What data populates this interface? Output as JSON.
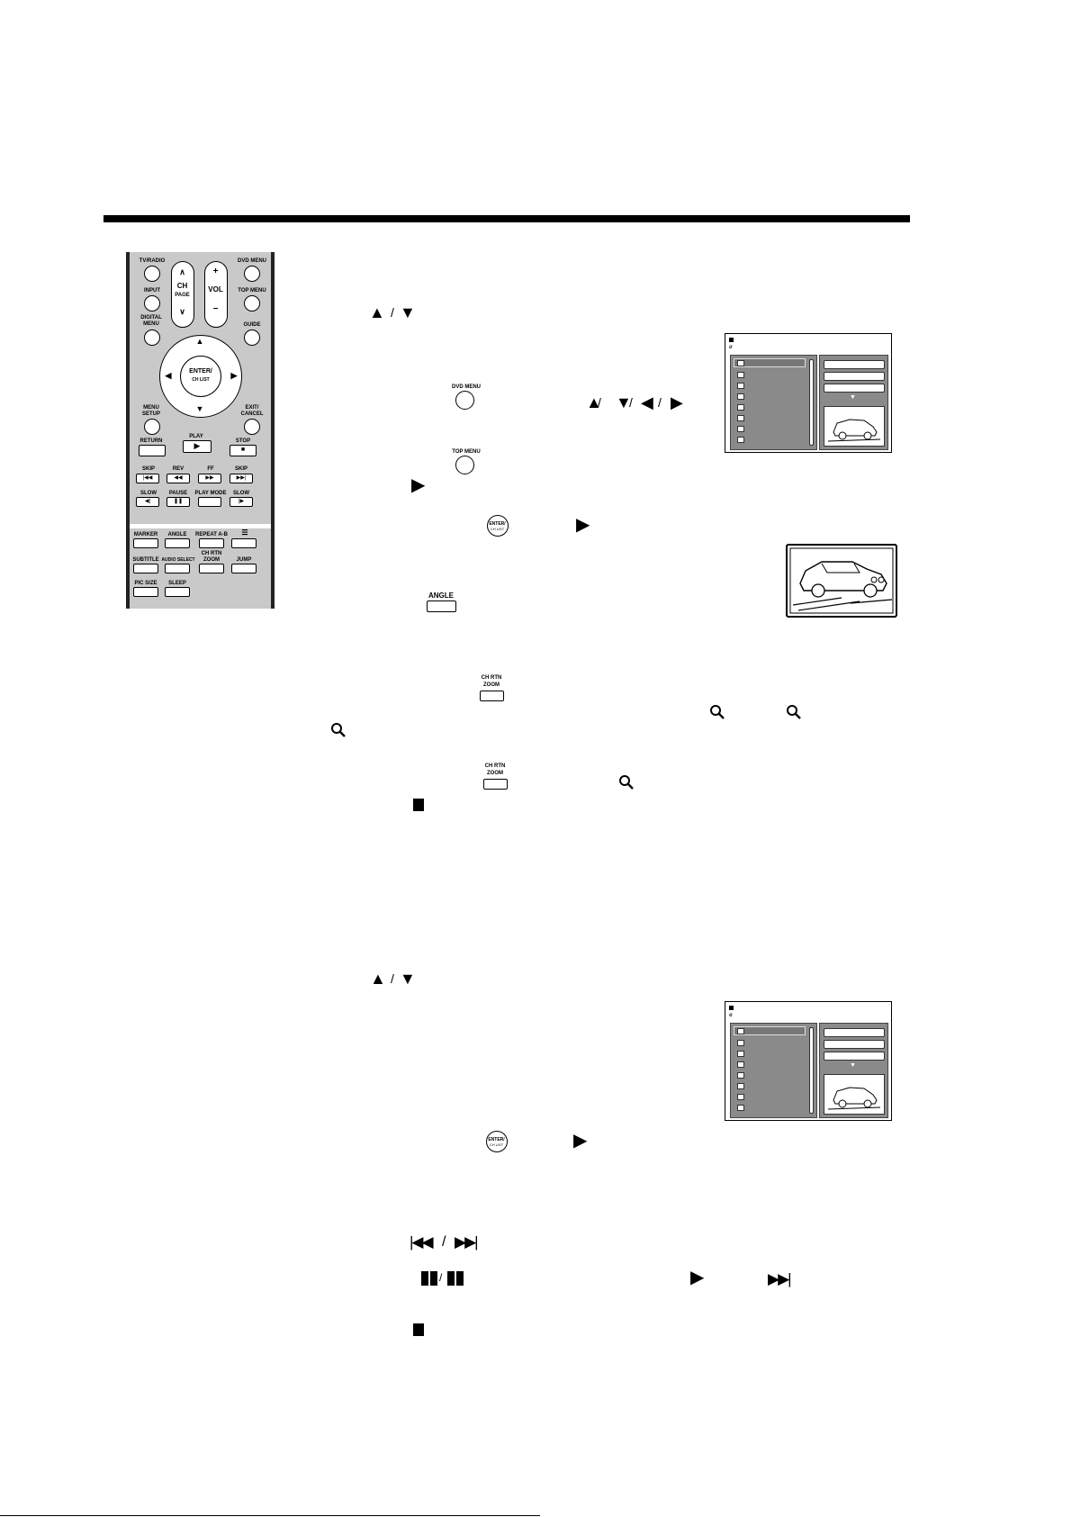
{
  "remote": {
    "tv_radio": "TV/RADIO",
    "dvd_menu": "DVD MENU",
    "input": "INPUT",
    "top_menu": "TOP MENU",
    "ch": "CH",
    "page": "PAGE",
    "vol": "VOL",
    "digital_menu_1": "DIGITAL",
    "digital_menu_2": "MENU",
    "guide": "GUIDE",
    "enter_1": "ENTER/",
    "enter_2": "CH LIST",
    "menu_setup_1": "MENU",
    "menu_setup_2": "SETUP",
    "exit_cancel_1": "EXIT/",
    "exit_cancel_2": "CANCEL",
    "return": "RETURN",
    "play": "PLAY",
    "stop": "STOP",
    "skip": "SKIP",
    "rev": "REV",
    "ff": "FF",
    "slow": "SLOW",
    "pause": "PAUSE",
    "play_mode": "PLAY MODE",
    "marker": "MARKER",
    "angle": "ANGLE",
    "repeat_ab": "REPEAT A-B",
    "subtitle": "SUBTITLE",
    "audio_select": "AUDIO SELECT",
    "ch_rtn": "CH RTN",
    "zoom": "ZOOM",
    "jump": "JUMP",
    "pic_size": "PIC SIZE",
    "sleep": "SLEEP"
  },
  "inline": {
    "dvd_menu": "DVD MENU",
    "top_menu": "TOP MENU",
    "enter_1": "ENTER/",
    "enter_2": "CH LIST",
    "angle": "ANGLE",
    "ch_rtn": "CH RTN",
    "zoom": "ZOOM"
  },
  "icons": [
    "up-arrow-icon",
    "down-arrow-icon",
    "left-arrow-icon",
    "right-arrow-icon",
    "play-icon",
    "stop-icon",
    "zoom-magnifier-icon",
    "pause-icon",
    "skip-back-icon",
    "skip-forward-icon"
  ]
}
